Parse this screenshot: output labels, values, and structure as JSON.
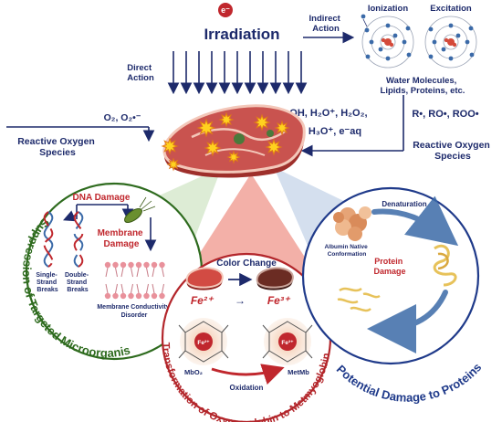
{
  "top": {
    "electron": "e⁻",
    "title": "Irradiation",
    "direct_action": [
      "Direct",
      "Action"
    ],
    "indirect_action": [
      "Indirect",
      "Action"
    ],
    "ionization": "Ionization",
    "excitation": "Excitation",
    "water_molecules": [
      "Water Molecules,",
      "Lipids, Proteins, etc."
    ]
  },
  "ros": {
    "left_label": [
      "Reactive Oxygen",
      "Species"
    ],
    "right_label": [
      "Reactive Oxygen",
      "Species"
    ],
    "left_species": "O₂, O₂•⁻",
    "middle_species_1": "•OH, H₂O⁺, H₂O₂,",
    "middle_species_2": "H•, H₃O⁺, e⁻aq",
    "right_species": "R•, RO•, ROO•"
  },
  "left_panel": {
    "arc_title": "Suppression of Targeted Microorganisms",
    "dna_damage": "DNA Damage",
    "membrane_damage": [
      "Membrane",
      "Damage"
    ],
    "single_strand": [
      "Single-",
      "Strand",
      "Breaks"
    ],
    "double_strand": [
      "Double-",
      "Strand",
      "Breaks"
    ],
    "membrane_disorder": [
      "Membrane Conductivity",
      "Disorder"
    ]
  },
  "middle_panel": {
    "arc_title": "Transformation of Oxymyoglobin to Metmyoglobin",
    "color_change": "Color Change",
    "fe2": "Fe²⁺",
    "arrow": "→",
    "fe3": "Fe³⁺",
    "heme_center_1": "Fe²⁺",
    "heme_center_2": "Fe³⁺",
    "mbo2": "MbO₂",
    "metmb": "MetMb",
    "oxidation": "Oxidation"
  },
  "right_panel": {
    "arc_title": "Potential Damage to Proteins",
    "denaturation": "Denaturation",
    "albumin": [
      "Albumin Native",
      "Conformation"
    ],
    "protein_damage": [
      "Protein",
      "Damage"
    ]
  },
  "colors": {
    "navy": "#1d2a6b",
    "green_circle": "#2e6b1e",
    "red_circle": "#b3262b",
    "blue_circle": "#1f3a8a",
    "dna_red": "#c0272d",
    "meat": "#c9534f"
  }
}
